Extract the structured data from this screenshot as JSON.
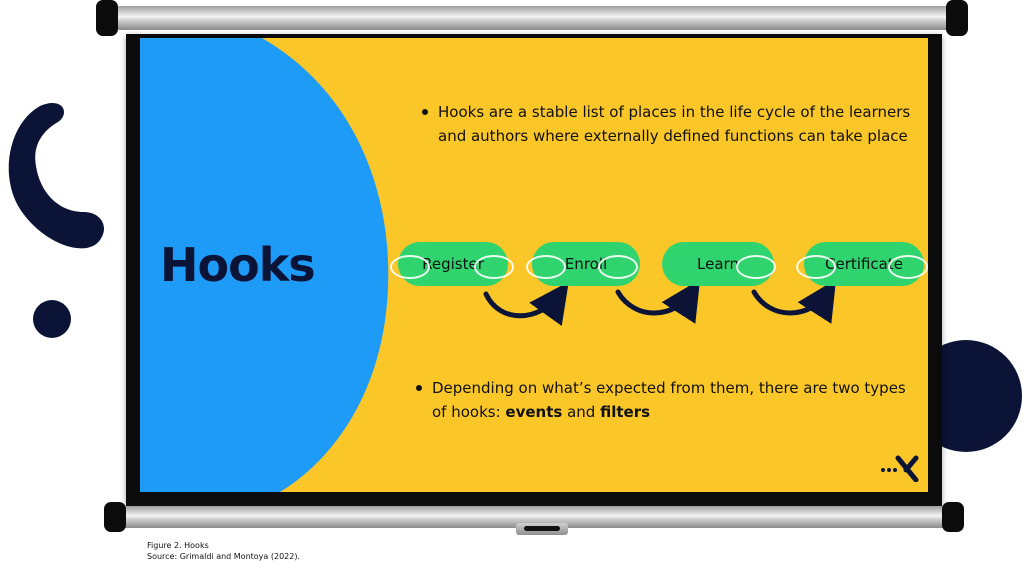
{
  "slide": {
    "title": "Hooks",
    "bullets": [
      {
        "text": "Hooks are a stable list of places in the life cycle of the learners and authors where externally defined functions can take place"
      },
      {
        "prefix": "Depending on what’s expected from them, there are two types of hooks: ",
        "bold1": "events",
        "mid": " and ",
        "bold2": "filters"
      }
    ]
  },
  "flow": {
    "steps": [
      "Register",
      "Enroll",
      "Learn",
      "Certificate"
    ]
  },
  "colors": {
    "background": "#fbc728",
    "blue": "#1e9bf7",
    "pill": "#2fd46e",
    "navy": "#0b1437"
  },
  "logo": {
    "icon": "open-edx-logo"
  },
  "caption": {
    "line1": "Figure 2. Hooks",
    "line2": "Source: Grimaldi and Montoya (2022)."
  }
}
